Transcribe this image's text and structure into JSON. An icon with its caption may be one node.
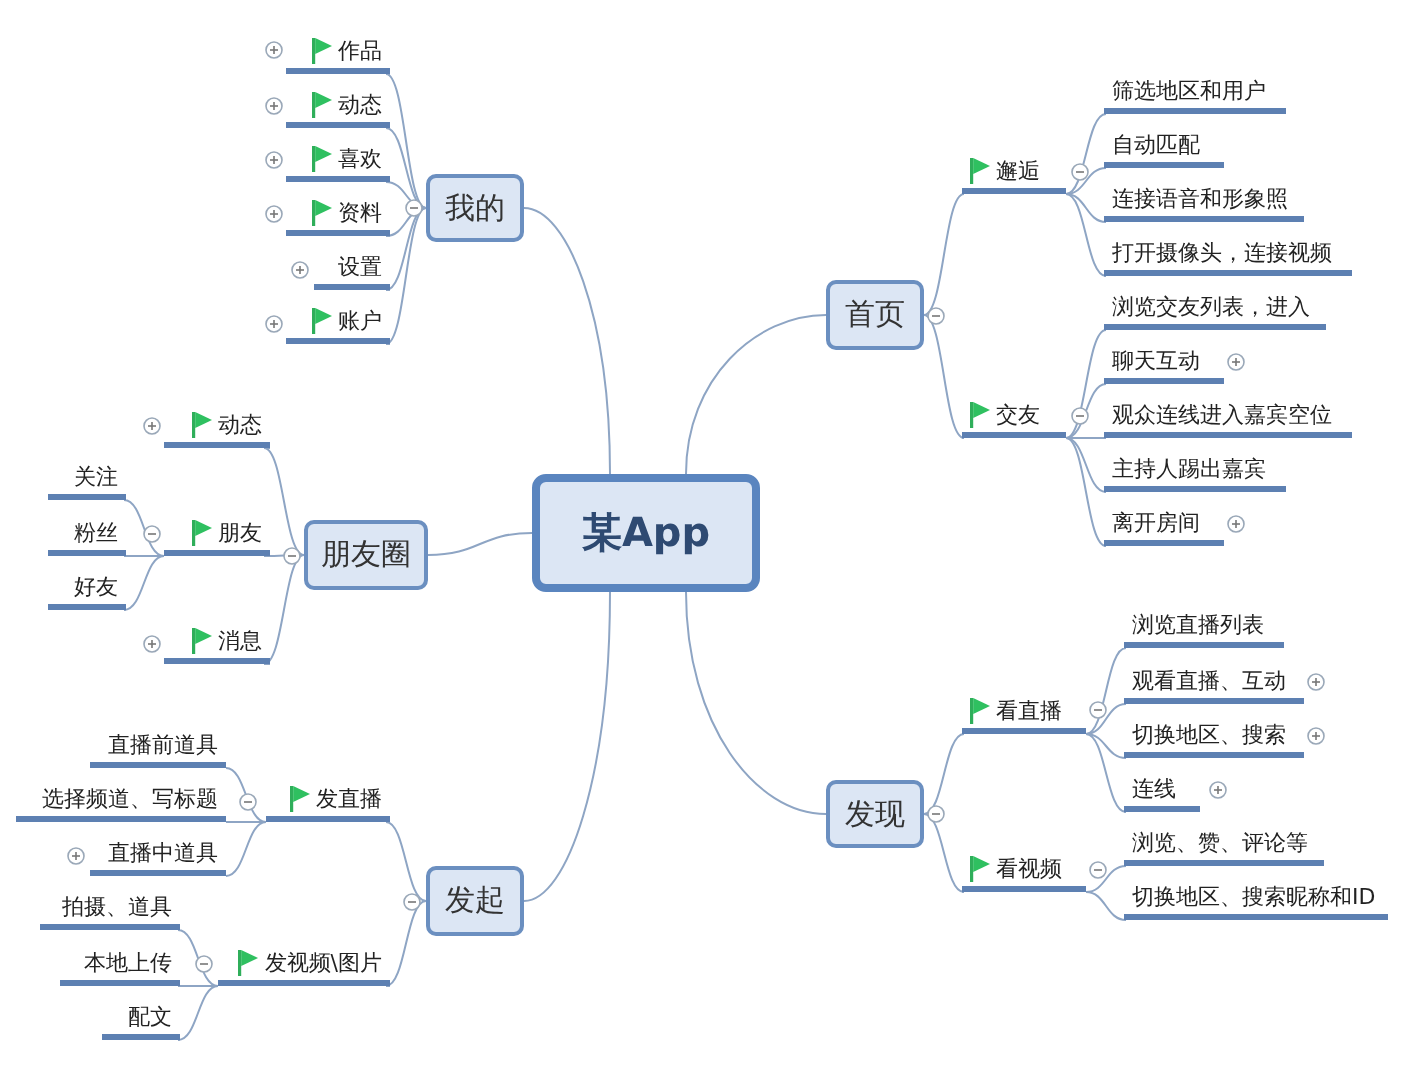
{
  "diagram": {
    "nodes": [
      {
        "text": [
          "某App"
        ]
      },
      {
        "text": [
          "我的"
        ]
      },
      {
        "text": [
          "作品"
        ]
      },
      {
        "text": [
          "动态"
        ]
      },
      {
        "text": [
          "喜欢"
        ]
      },
      {
        "text": [
          "资料"
        ]
      },
      {
        "text": [
          "设置"
        ]
      },
      {
        "text": [
          "账户"
        ]
      },
      {
        "text": [
          "首页"
        ]
      },
      {
        "text": [
          "邂逅"
        ]
      },
      {
        "text": [
          "筛选地区和用户"
        ]
      },
      {
        "text": [
          "自动匹配"
        ]
      },
      {
        "text": [
          "连接语音和形象照"
        ]
      },
      {
        "text": [
          "打开摄像头，连接视频"
        ]
      },
      {
        "text": [
          "交友"
        ]
      },
      {
        "text": [
          "浏览交友列表，进入"
        ]
      },
      {
        "text": [
          "聊天互动"
        ]
      },
      {
        "text": [
          "观众连线进入嘉宾空位"
        ]
      },
      {
        "text": [
          "主持人踢出嘉宾"
        ]
      },
      {
        "text": [
          "离开房间"
        ]
      },
      {
        "text": [
          "朋友圈"
        ]
      },
      {
        "text": [
          "动态"
        ]
      },
      {
        "text": [
          "朋友"
        ]
      },
      {
        "text": [
          "关注"
        ]
      },
      {
        "text": [
          "粉丝"
        ]
      },
      {
        "text": [
          "好友"
        ]
      },
      {
        "text": [
          "消息"
        ]
      },
      {
        "text": [
          "发起"
        ]
      },
      {
        "text": [
          "发直播"
        ]
      },
      {
        "text": [
          "直播前道具"
        ]
      },
      {
        "text": [
          "选择频道、写标题"
        ]
      },
      {
        "text": [
          "直播中道具"
        ]
      },
      {
        "text": [
          "发视频\\图片"
        ]
      },
      {
        "text": [
          "拍摄、道具"
        ]
      },
      {
        "text": [
          "本地上传"
        ]
      },
      {
        "text": [
          "配文"
        ]
      },
      {
        "text": [
          "发现"
        ]
      },
      {
        "text": [
          "看直播"
        ]
      },
      {
        "text": [
          "浏览直播列表"
        ]
      },
      {
        "text": [
          "观看直播、互动"
        ]
      },
      {
        "text": [
          "切换地区、搜索"
        ]
      },
      {
        "text": [
          "连线"
        ]
      },
      {
        "text": [
          "看视频"
        ]
      },
      {
        "text": [
          "浏览、赞、评论等"
        ]
      },
      {
        "text": [
          "切换地区、搜索昵称和ID"
        ]
      }
    ],
    "edges": [
      {
        "from": 0,
        "to": 1,
        "arrow": "none"
      },
      {
        "from": 1,
        "to": 2,
        "arrow": "none"
      },
      {
        "from": 1,
        "to": 3,
        "arrow": "none"
      },
      {
        "from": 1,
        "to": 4,
        "arrow": "none"
      },
      {
        "from": 1,
        "to": 5,
        "arrow": "none"
      },
      {
        "from": 1,
        "to": 6,
        "arrow": "none"
      },
      {
        "from": 1,
        "to": 7,
        "arrow": "none"
      },
      {
        "from": 0,
        "to": 8,
        "arrow": "none"
      },
      {
        "from": 8,
        "to": 9,
        "arrow": "none"
      },
      {
        "from": 9,
        "to": 10,
        "arrow": "none"
      },
      {
        "from": 9,
        "to": 11,
        "arrow": "none"
      },
      {
        "from": 9,
        "to": 12,
        "arrow": "none"
      },
      {
        "from": 9,
        "to": 13,
        "arrow": "none"
      },
      {
        "from": 8,
        "to": 14,
        "arrow": "none"
      },
      {
        "from": 14,
        "to": 15,
        "arrow": "none"
      },
      {
        "from": 14,
        "to": 16,
        "arrow": "none"
      },
      {
        "from": 14,
        "to": 17,
        "arrow": "none"
      },
      {
        "from": 14,
        "to": 18,
        "arrow": "none"
      },
      {
        "from": 14,
        "to": 19,
        "arrow": "none"
      },
      {
        "from": 0,
        "to": 20,
        "arrow": "none"
      },
      {
        "from": 20,
        "to": 21,
        "arrow": "none"
      },
      {
        "from": 20,
        "to": 22,
        "arrow": "none"
      },
      {
        "from": 22,
        "to": 23,
        "arrow": "none"
      },
      {
        "from": 22,
        "to": 24,
        "arrow": "none"
      },
      {
        "from": 22,
        "to": 25,
        "arrow": "none"
      },
      {
        "from": 20,
        "to": 26,
        "arrow": "none"
      },
      {
        "from": 0,
        "to": 27,
        "arrow": "none"
      },
      {
        "from": 27,
        "to": 28,
        "arrow": "none"
      },
      {
        "from": 28,
        "to": 29,
        "arrow": "none"
      },
      {
        "from": 28,
        "to": 30,
        "arrow": "none"
      },
      {
        "from": 28,
        "to": 31,
        "arrow": "none"
      },
      {
        "from": 27,
        "to": 32,
        "arrow": "none"
      },
      {
        "from": 32,
        "to": 33,
        "arrow": "none"
      },
      {
        "from": 32,
        "to": 34,
        "arrow": "none"
      },
      {
        "from": 32,
        "to": 35,
        "arrow": "none"
      },
      {
        "from": 0,
        "to": 36,
        "arrow": "none"
      },
      {
        "from": 36,
        "to": 37,
        "arrow": "none"
      },
      {
        "from": 37,
        "to": 38,
        "arrow": "none"
      },
      {
        "from": 37,
        "to": 39,
        "arrow": "none"
      },
      {
        "from": 37,
        "to": 40,
        "arrow": "none"
      },
      {
        "from": 37,
        "to": 41,
        "arrow": "none"
      },
      {
        "from": 36,
        "to": 42,
        "arrow": "none"
      },
      {
        "from": 42,
        "to": 43,
        "arrow": "none"
      },
      {
        "from": 42,
        "to": 44,
        "arrow": "none"
      }
    ]
  }
}
